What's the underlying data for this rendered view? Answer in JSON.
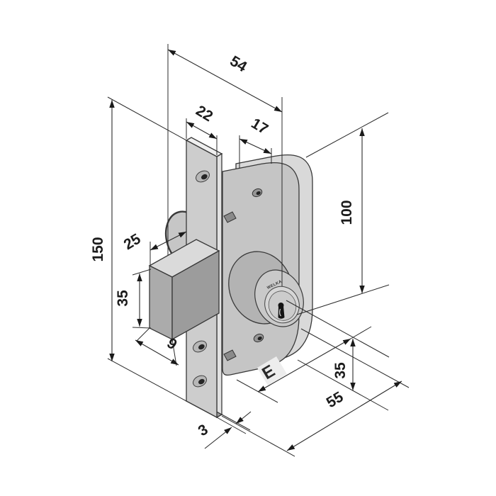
{
  "drawing": {
    "brand_engraving": "WELKA",
    "dims": {
      "cylinder_length": "54",
      "faceplate_width": "22",
      "case_top_width": "17",
      "faceplate_height": "150",
      "case_height": "100",
      "bolt_throw": "25",
      "bolt_height": "35",
      "bolt_thickness": "9",
      "faceplate_thickness": "3",
      "case_depth": "55",
      "cylinder_axis_height": "35",
      "backset": "E"
    }
  }
}
